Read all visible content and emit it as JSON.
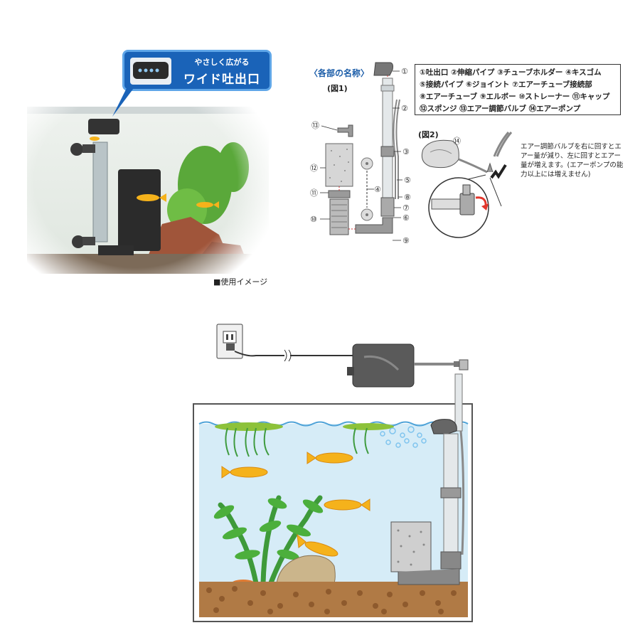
{
  "photo": {
    "callout_line1": "やさしく広がる",
    "callout_line2": "ワイド吐出口",
    "caption": "■使用イメージ"
  },
  "parts": {
    "title": "〈各部の名称〉",
    "fig1_label": "(図1)",
    "fig2_label": "(図2)",
    "legend_lines": [
      "①吐出口 ②伸縮パイプ ③チューブホルダー ④キスゴム",
      "⑤接続パイプ ⑥ジョイント ⑦エアーチューブ接続部",
      "⑧エアーチューブ ⑨エルボー ⑩ストレーナー ⑪キャップ",
      "⑫スポンジ ⑬エアー調節バルブ ⑭エアーポンプ"
    ],
    "callout_numbers": [
      "①",
      "②",
      "③",
      "④",
      "⑤",
      "⑥",
      "⑦",
      "⑧",
      "⑨",
      "⑩",
      "⑪",
      "⑫",
      "⑬",
      "⑭"
    ],
    "fig2_note": "エアー調節バルブを右に回すとエアー量が減り、左に回すとエアー量が増えます。(エアーポンプの能力以上には増えません)"
  },
  "colors": {
    "accent_blue": "#1a63b8",
    "water": "#d6ecf7",
    "gravel": "#b07a45",
    "plant": "#4caf3c",
    "fish": "#f5b21b",
    "pump": "#5a5a5a"
  }
}
